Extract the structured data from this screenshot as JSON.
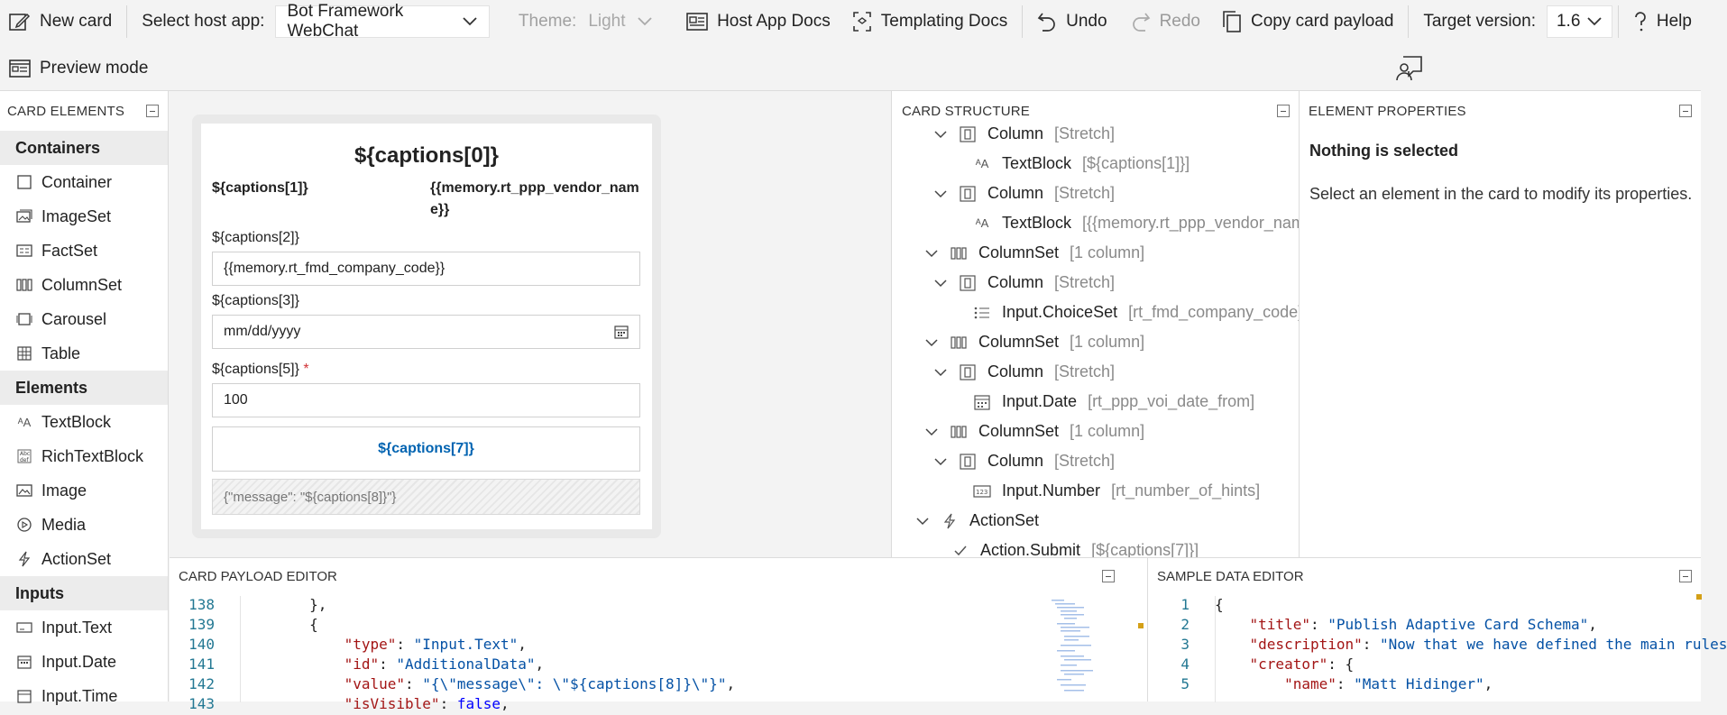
{
  "toolbar": {
    "new_card": "New card",
    "select_host_label": "Select host app:",
    "host_app_value": "Bot Framework WebChat",
    "theme_label": "Theme:",
    "theme_value": "Light",
    "host_app_docs": "Host App Docs",
    "templating_docs": "Templating Docs",
    "undo": "Undo",
    "redo": "Redo",
    "copy_payload": "Copy card payload",
    "target_version_label": "Target version:",
    "target_version_value": "1.6",
    "help": "Help",
    "preview_mode": "Preview mode"
  },
  "card_elements": {
    "header": "CARD ELEMENTS",
    "categories": [
      {
        "name": "Containers",
        "items": [
          "Container",
          "ImageSet",
          "FactSet",
          "ColumnSet",
          "Carousel",
          "Table"
        ]
      },
      {
        "name": "Elements",
        "items": [
          "TextBlock",
          "RichTextBlock",
          "Image",
          "Media",
          "ActionSet"
        ]
      },
      {
        "name": "Inputs",
        "items": [
          "Input.Text",
          "Input.Date",
          "Input.Time"
        ]
      }
    ]
  },
  "card": {
    "title": "${captions[0]}",
    "col1": "${captions[1]}",
    "col2": "{{memory.rt_ppp_vendor_name}}",
    "label2": "${captions[2]}",
    "input2": "{{memory.rt_fmd_company_code}}",
    "label3": "${captions[3]}",
    "input3": "mm/dd/yyyy",
    "label5": "${captions[5]}",
    "required_mark": "*",
    "input5": "100",
    "action": "${captions[7]}",
    "hidden_value": "{\"message\": \"${captions[8]}\"}"
  },
  "structure": {
    "header": "CARD STRUCTURE",
    "rows": [
      {
        "label": "Column",
        "meta": "[Stretch]"
      },
      {
        "label": "TextBlock",
        "meta": "[${captions[1]}]"
      },
      {
        "label": "Column",
        "meta": "[Stretch]"
      },
      {
        "label": "TextBlock",
        "meta": "[{{memory.rt_ppp_vendor_nam"
      },
      {
        "label": "ColumnSet",
        "meta": "[1 column]"
      },
      {
        "label": "Column",
        "meta": "[Stretch]"
      },
      {
        "label": "Input.ChoiceSet",
        "meta": "[rt_fmd_company_code]"
      },
      {
        "label": "ColumnSet",
        "meta": "[1 column]"
      },
      {
        "label": "Column",
        "meta": "[Stretch]"
      },
      {
        "label": "Input.Date",
        "meta": "[rt_ppp_voi_date_from]"
      },
      {
        "label": "ColumnSet",
        "meta": "[1 column]"
      },
      {
        "label": "Column",
        "meta": "[Stretch]"
      },
      {
        "label": "Input.Number",
        "meta": "[rt_number_of_hints]"
      },
      {
        "label": "ActionSet",
        "meta": ""
      },
      {
        "label": "Action.Submit",
        "meta": "[${captions[7]}]"
      }
    ]
  },
  "properties": {
    "header": "ELEMENT PROPERTIES",
    "title": "Nothing is selected",
    "text": "Select an element in the card to modify its properties."
  },
  "payload_editor": {
    "header": "CARD PAYLOAD EDITOR",
    "lines": [
      {
        "n": "138",
        "code": "        },"
      },
      {
        "n": "139",
        "code": "        {"
      },
      {
        "n": "140",
        "key": "\"type\"",
        "val": "\"Input.Text\"",
        "end": ","
      },
      {
        "n": "141",
        "key": "\"id\"",
        "val": "\"AdditionalData\"",
        "end": ","
      },
      {
        "n": "142",
        "key": "\"value\"",
        "val": "\"{\\\"message\\\": \\\"${captions[8]}\\\"}\"",
        "end": ","
      },
      {
        "n": "143",
        "key": "\"isVisible\"",
        "val": "false",
        "end": ","
      }
    ]
  },
  "data_editor": {
    "header": "SAMPLE DATA EDITOR",
    "lines": [
      {
        "n": "1",
        "code": "{"
      },
      {
        "n": "2",
        "key": "\"title\"",
        "val": "\"Publish Adaptive Card Schema\"",
        "end": ","
      },
      {
        "n": "3",
        "key": "\"description\"",
        "val": "\"Now that we have defined the main rules",
        "end": ""
      },
      {
        "n": "4",
        "key": "\"creator\"",
        "val": "{",
        "end": ""
      },
      {
        "n": "5",
        "key": "\"name\"",
        "val": "\"Matt Hidinger\"",
        "end": ","
      }
    ]
  }
}
